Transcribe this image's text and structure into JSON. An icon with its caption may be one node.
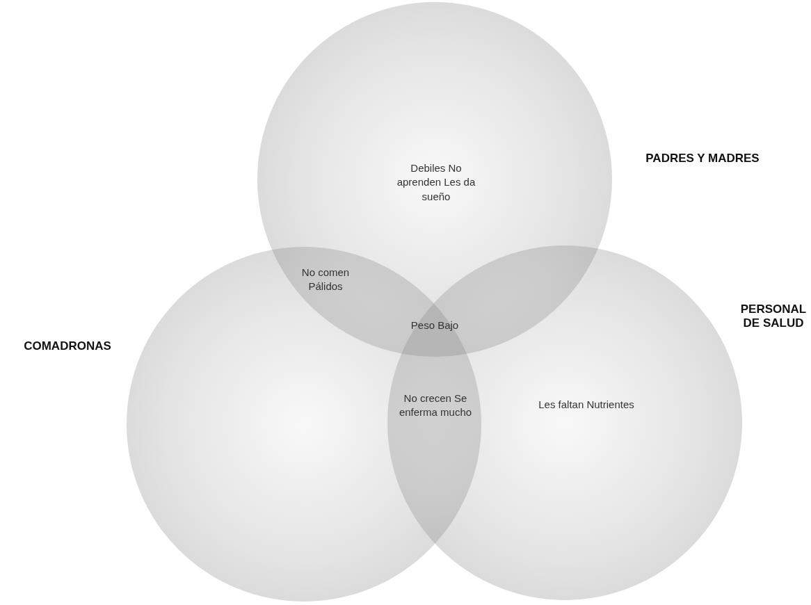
{
  "diagram": {
    "nodes": [
      {
        "text": [
          "PADRES Y MADRES",
          "Debiles No aprenden Les da sueño"
        ]
      },
      {
        "text": [
          "COMADRONAS"
        ]
      },
      {
        "text": [
          "PERSONAL DE SALUD",
          "Les faltan Nutrientes"
        ]
      }
    ],
    "labels": [
      "No comen Pálidos",
      "Peso Bajo",
      "No crecen Se enferma mucho"
    ]
  }
}
